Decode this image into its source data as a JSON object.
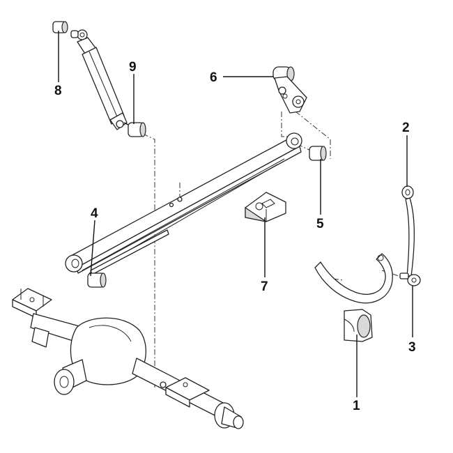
{
  "callouts": {
    "c1": "1",
    "c2": "2",
    "c3": "3",
    "c4": "4",
    "c5": "5",
    "c6": "6",
    "c7": "7",
    "c8": "8",
    "c9": "9"
  },
  "colors": {
    "line": "#222222",
    "shade": "#d9d9d9",
    "background": "#ffffff"
  }
}
